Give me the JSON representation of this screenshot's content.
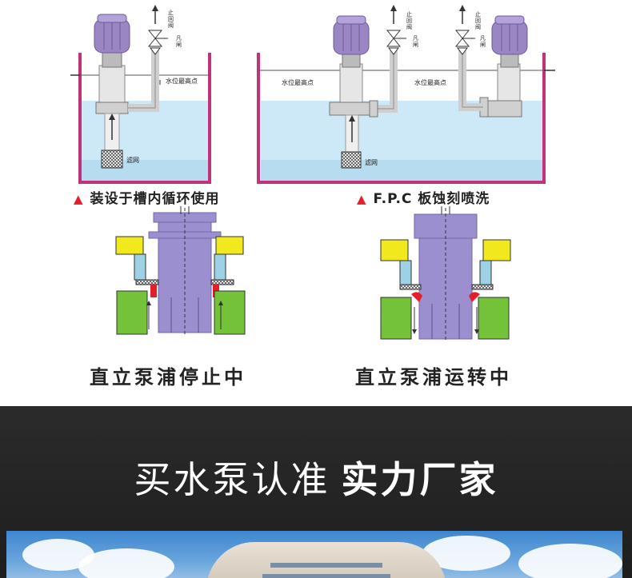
{
  "diagram_top": {
    "left_panel": {
      "check_valve_label": "止\n回\n阀",
      "valve_label": "凡\n闸",
      "water_level_label": "水位最高点",
      "filter_label": "滤网",
      "caption": "装设于槽内循环使用"
    },
    "right_panel": {
      "check_valve_label_a": "止\n回\n阀",
      "valve_label_a": "凡\n闸",
      "check_valve_label_b": "止\n回\n阀",
      "valve_label_b": "凡\n闸",
      "water_level_label_a": "水位最高点",
      "water_level_label_b": "水位最高点",
      "filter_label": "滤网",
      "caption": "F.P.C 板蚀刻喷洗"
    },
    "caption_marker": "▲"
  },
  "seal_diagrams": {
    "stopped_label": "直立泵浦停止中",
    "running_label": "直立泵浦运转中"
  },
  "banner": {
    "slogan_light": "买水泵认准",
    "slogan_bold": "实力厂家"
  },
  "colors": {
    "motor": "#9b86c4",
    "tank_wall": "#c2327a",
    "water": "#cde8f6",
    "pipe": "#d9d9d9",
    "seal_yellow": "#f2e81e",
    "seal_green": "#73c23a",
    "seal_blue": "#9ed0e6",
    "shaft_purple": "#9c8fd0",
    "red_accent": "#e3202a",
    "band": "#232323"
  }
}
